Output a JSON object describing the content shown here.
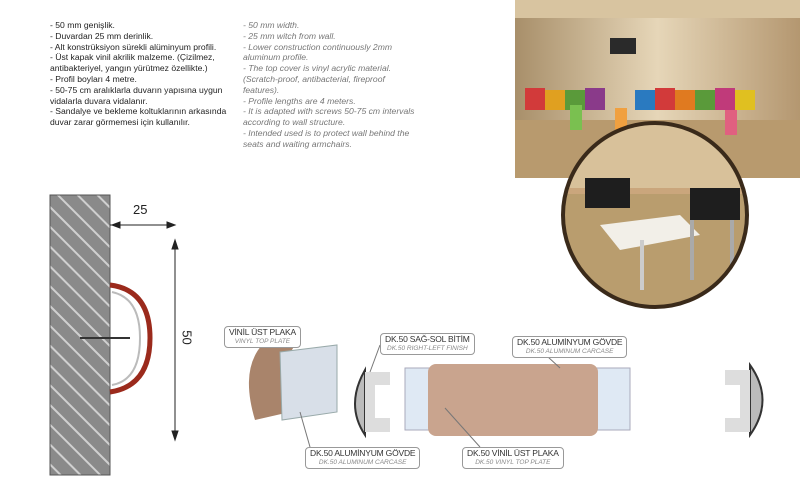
{
  "turkish_specs": [
    "- 50 mm genişlik.",
    "- Duvardan 25 mm derinlik.",
    "- Alt konstrüksiyon sürekli alüminyum profili.",
    "- Üst kapak vinil akrilik malzeme. (Çizilmez, antibakteriyel, yangın yürütmez özellikte.)",
    "- Profil boyları 4 metre.",
    "- 50-75 cm aralıklarla duvarın yapısına uygun vidalarla duvara vidalanır.",
    "- Sandalye ve bekleme koltuklarının arkasında duvar zarar görmemesi için kullanılır."
  ],
  "english_specs": [
    "- 50 mm width.",
    "- 25 mm witch from wall.",
    "- Lower construction continuously 2mm aluminum profile.",
    "- The top cover is vinyl acrylic material. (Scratch-proof, antibacterial, fireproof features).",
    "- Profile lengths are 4 meters.",
    "- It is adapted with screws 50-75 cm intervals according to wall structure.",
    "- Intended used is to protect wall behind the seats and waiting armchairs."
  ],
  "dimensions": {
    "depth": "25",
    "height": "50"
  },
  "callouts": [
    {
      "tr": "VİNİL ÜST PLAKA",
      "en": "VINYL TOP PLATE"
    },
    {
      "tr": "DK.50 SAĞ-SOL BİTİM",
      "en": "DK.50 RIGHT-LEFT FINISH"
    },
    {
      "tr": "DK.50 ALUMİNYUM GÖVDE",
      "en": "DK.50 ALUMINUM CARCASE"
    },
    {
      "tr": "DK.50 ALUMİNYUM GÖVDE",
      "en": "DK.50 ALUMINUM CARCASE"
    },
    {
      "tr": "DK.50 VİNİL ÜST PLAKA",
      "en": "DK.50 VINYL TOP PLATE"
    }
  ],
  "colors": {
    "vinyl": "#c9a48e",
    "profile_red": "#9b2a1c",
    "wall": "#8a8a8a"
  }
}
